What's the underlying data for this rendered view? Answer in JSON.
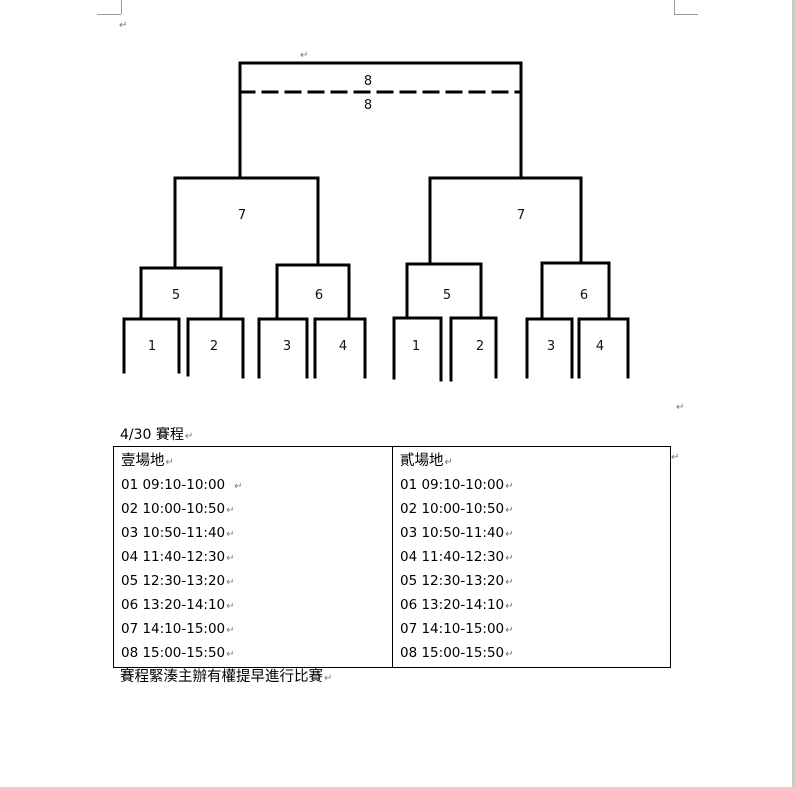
{
  "bracket": {
    "final_labels": [
      "8",
      "8"
    ],
    "semifinal_labels": [
      "7",
      "7"
    ],
    "second_round_labels": [
      "5",
      "6",
      "5",
      "6"
    ],
    "first_round_labels": [
      "1",
      "2",
      "3",
      "4",
      "1",
      "2",
      "3",
      "4"
    ]
  },
  "schedule": {
    "heading": "4/30 賽程",
    "venues": [
      {
        "name": "壹場地",
        "slots": [
          "01 09:10-10:00",
          "02 10:00-10:50",
          "03 10:50-11:40",
          "04 11:40-12:30",
          "05 12:30-13:20",
          "06 13:20-14:10",
          "07 14:10-15:00",
          "08 15:00-15:50"
        ]
      },
      {
        "name": "貳場地",
        "slots": [
          "01 09:10-10:00",
          "02 10:00-10:50",
          "03 10:50-11:40",
          "04 11:40-12:30",
          "05 12:30-13:20",
          "06 13:20-14:10",
          "07 14:10-15:00",
          "08 15:00-15:50"
        ]
      }
    ],
    "footnote": "賽程緊湊主辦有權提早進行比賽"
  }
}
